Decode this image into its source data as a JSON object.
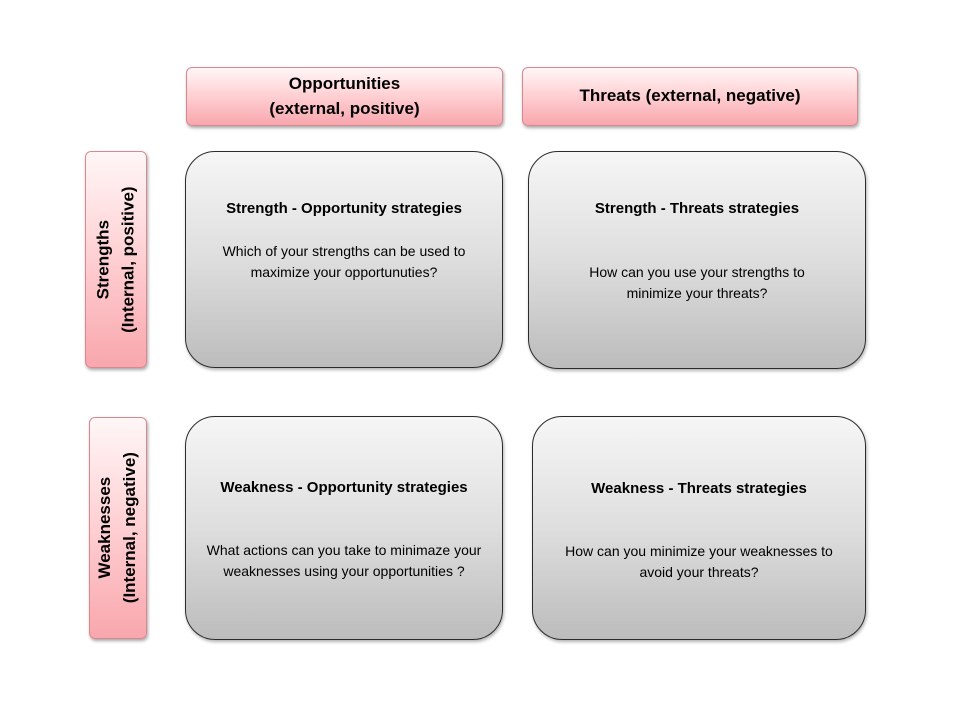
{
  "headers": {
    "opportunities": {
      "line1": "Opportunities",
      "line2": "(external, positive)"
    },
    "threats": {
      "line1": "Threats (external, negative)"
    },
    "strengths": {
      "line1": "Strengths",
      "line2": "(Internal, positive)"
    },
    "weaknesses": {
      "line1": "Weaknesses",
      "line2": "(Internal, negative)"
    }
  },
  "cells": {
    "so": {
      "title": "Strength - Opportunity strategies",
      "text": "Which of your strengths can be used to maximize your opportunuties?"
    },
    "st": {
      "title": "Strength - Threats strategies",
      "text": "How can you use your strengths to minimize your threats?"
    },
    "wo": {
      "title": "Weakness - Opportunity strategies",
      "text": "What actions can you take to minimaze your weaknesses using your opportunities ?"
    },
    "wt": {
      "title": "Weakness - Threats strategies",
      "text": "How can you minimize your weaknesses to avoid your threats?"
    }
  },
  "colors": {
    "header_fill": "#f8a7ad",
    "header_border": "#d9888f",
    "cell_fill": "#dedede",
    "cell_border": "#2b2b2b"
  }
}
